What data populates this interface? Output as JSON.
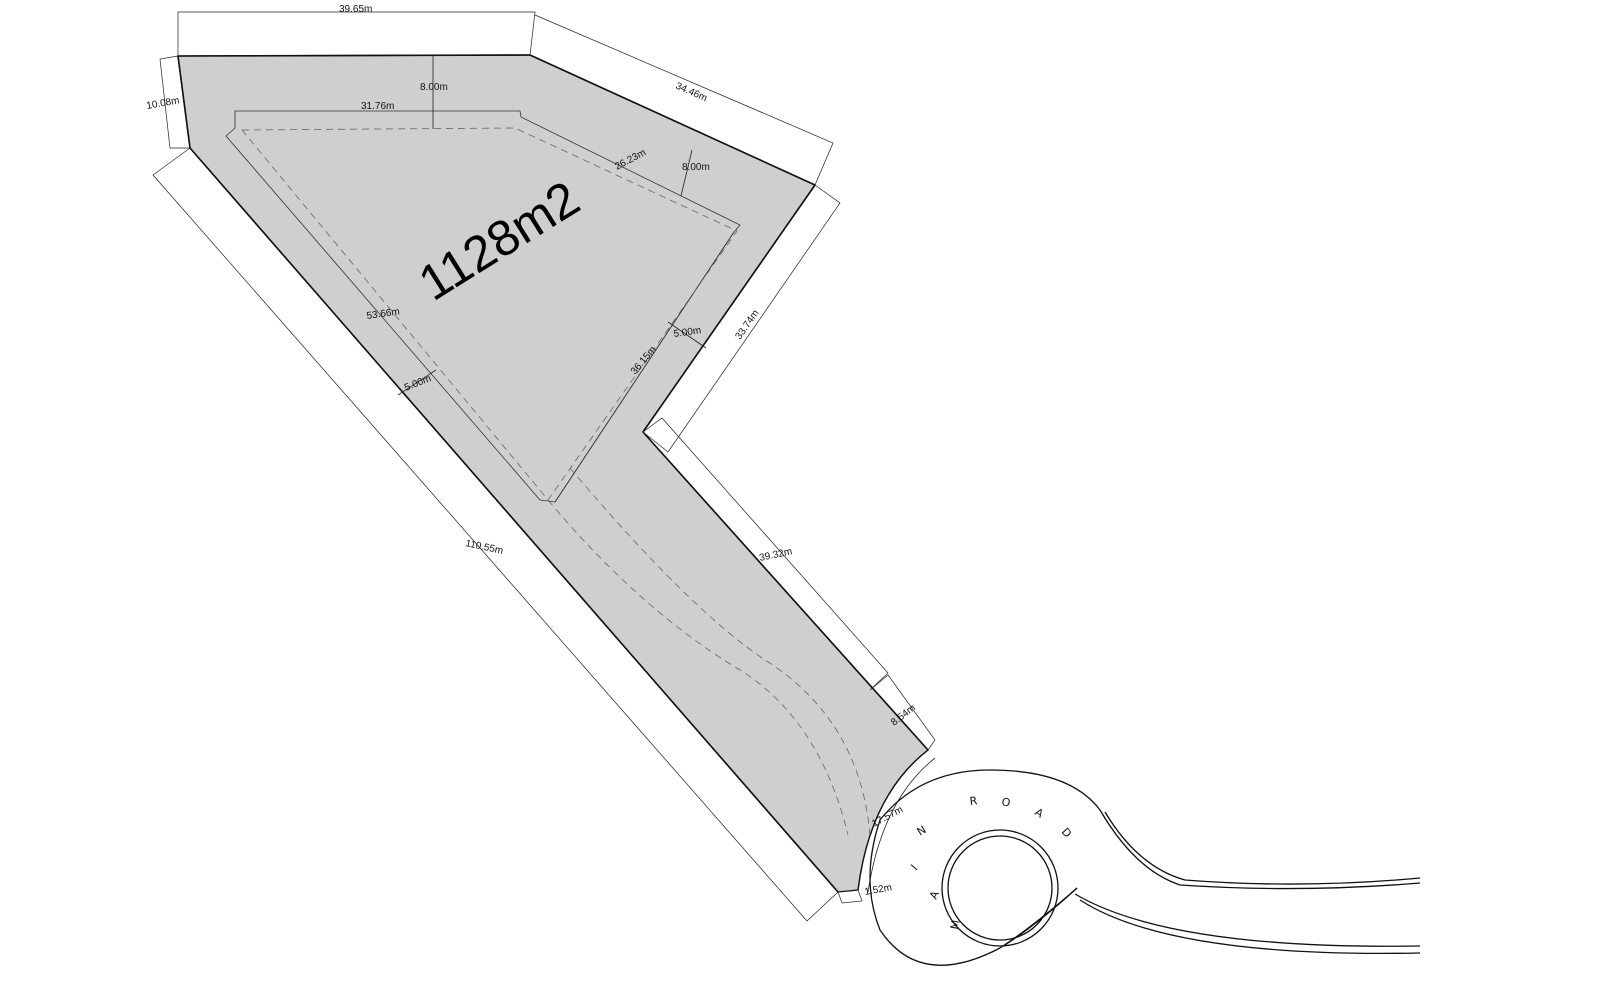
{
  "plan": {
    "area_label": "1128m2",
    "road_letters": [
      "M",
      "A",
      "I",
      "N",
      "R",
      "O",
      "A",
      "D"
    ],
    "dimensions": {
      "top": "39.65m",
      "top_right": "34.46m",
      "left_short": "10.08m",
      "left_long": "110.55m",
      "right_mid": "33.74m",
      "right_lower": "39.32m",
      "right_end": "8.54m",
      "frontage_arc": "17.57m",
      "frontage_short": "1.52m",
      "building_top": "31.76m",
      "building_angled": "26.23m",
      "building_left": "53.66m",
      "building_right": "36.15m",
      "setback_top": "8.00m",
      "setback_right_top": "8.00m",
      "setback_left": "5.00m",
      "setback_right": "5.00m"
    },
    "colors": {
      "lot_fill": "#cfcfcf",
      "boundary": "#111111",
      "background": "#ffffff"
    }
  }
}
